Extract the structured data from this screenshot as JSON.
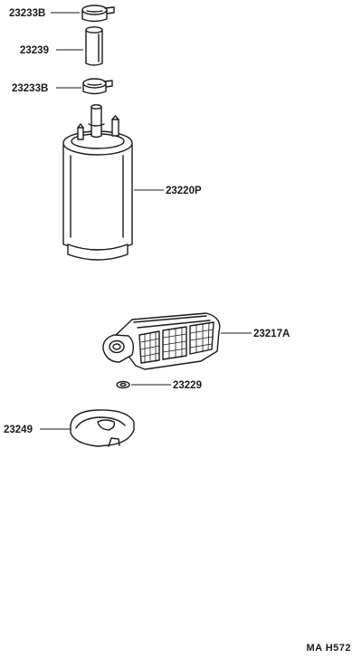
{
  "parts": [
    {
      "id": "clamp-top",
      "label": "23233B"
    },
    {
      "id": "hose",
      "label": "23239"
    },
    {
      "id": "clamp-bottom",
      "label": "23233B"
    },
    {
      "id": "fuel-pump",
      "label": "23220P"
    },
    {
      "id": "strainer",
      "label": "23217A"
    },
    {
      "id": "clip",
      "label": "23229"
    },
    {
      "id": "rubber-cushion",
      "label": "23249"
    }
  ],
  "figure_code": "MA  H572"
}
